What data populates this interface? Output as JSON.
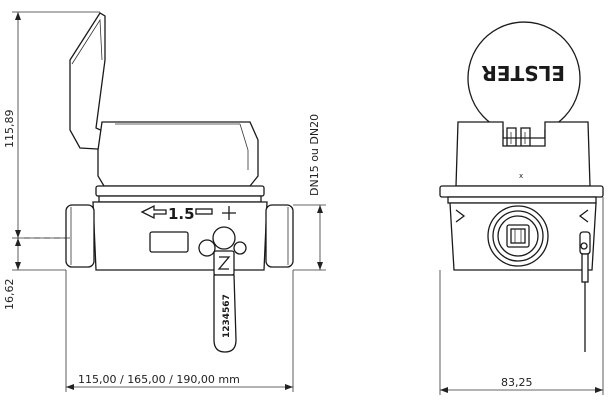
{
  "dimensions": {
    "height_top": "115,89",
    "height_bottom": "16,62",
    "length": "115,00 / 165,00 / 190,00 mm",
    "nominal_diameter": "DN15 ou DN20",
    "width": "83,25"
  },
  "meter": {
    "flow_arrow_label": "1.5",
    "seal_number": "1234567",
    "brand_mirrored": "ELSTER"
  },
  "colors": {
    "line": "#1a1a1a",
    "background": "#ffffff"
  }
}
